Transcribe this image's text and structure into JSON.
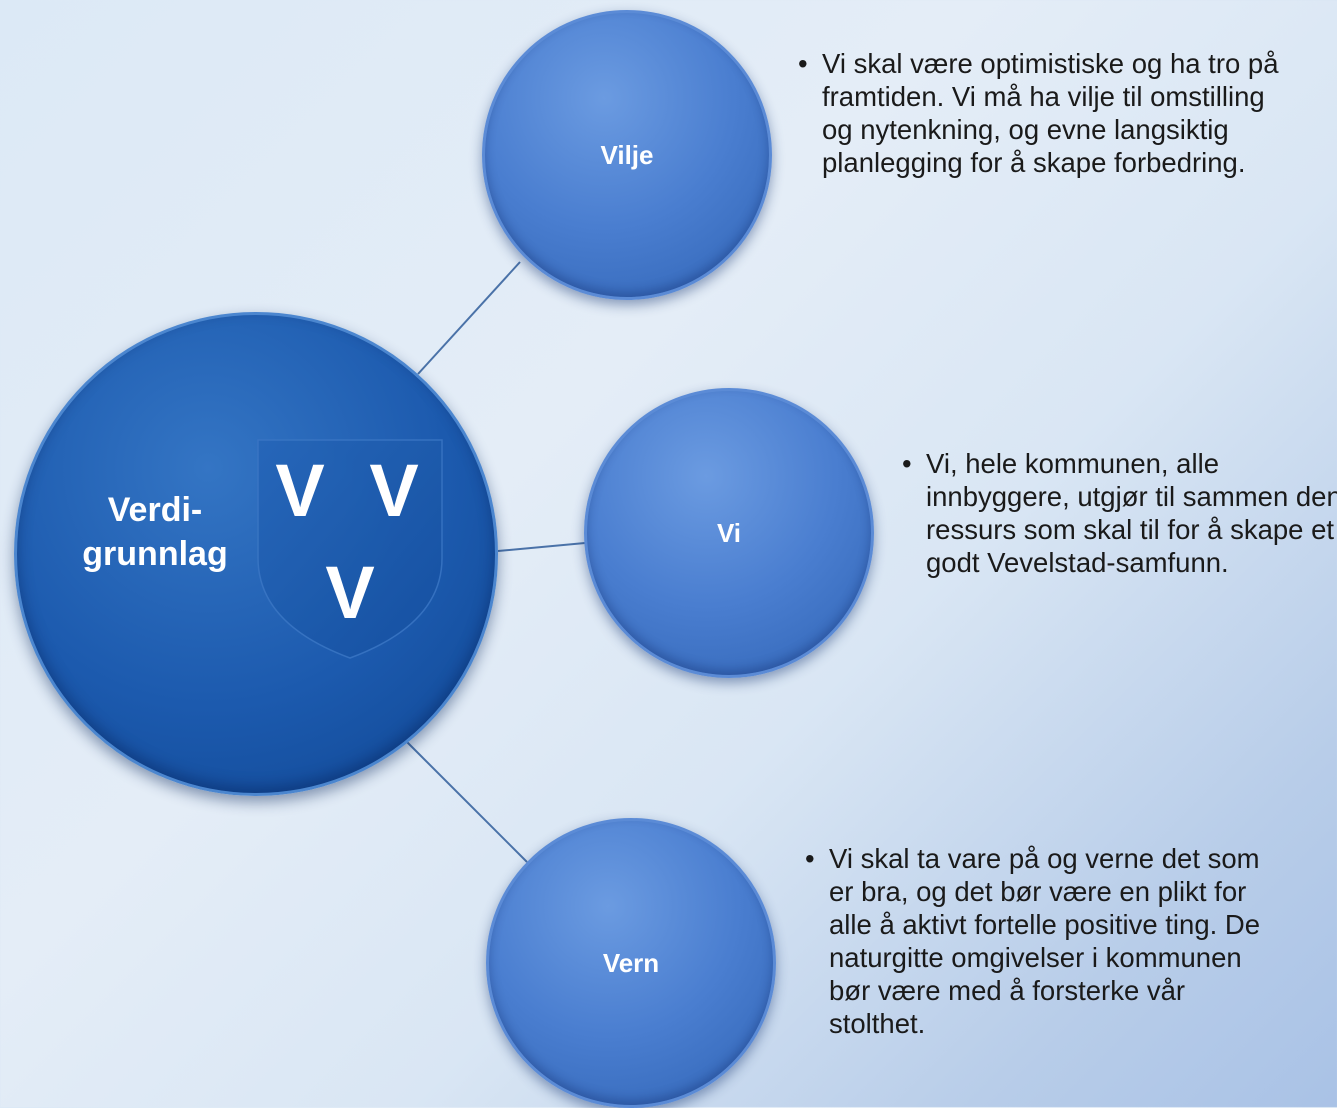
{
  "center": {
    "label_line1": "Verdi-",
    "label_line2": "grunnlag",
    "emblem": {
      "icon": "coat-of-arms-three-v-icon",
      "letters": [
        "V",
        "V",
        "V"
      ],
      "field_color": "#1b5cb1",
      "letter_color": "#ffffff"
    }
  },
  "branches": [
    {
      "label": "Vilje",
      "bullet": "•",
      "text": "Vi skal være optimistiske og ha tro på framtiden. Vi må ha vilje til omstilling og nytenkning, og evne langsiktig planlegging for å skape forbedring."
    },
    {
      "label": "Vi",
      "bullet": "•",
      "text": "Vi, hele kommunen, alle innbyggere, utgjør til sammen den ressurs som skal til for å skape et godt Vevelstad-samfunn."
    },
    {
      "label": "Vern",
      "bullet": "•",
      "text": "Vi skal ta vare på og verne det som er bra, og det bør være en plikt for alle å aktivt fortelle positive ting. De naturgitte omgivelser i kommunen bør være med å forsterke vår stolthet."
    }
  ],
  "colors": {
    "center_fill": "#1c5aae",
    "branch_fill": "#4a7ed0",
    "connector": "#4a72a8",
    "text": "#1a1a1a"
  }
}
